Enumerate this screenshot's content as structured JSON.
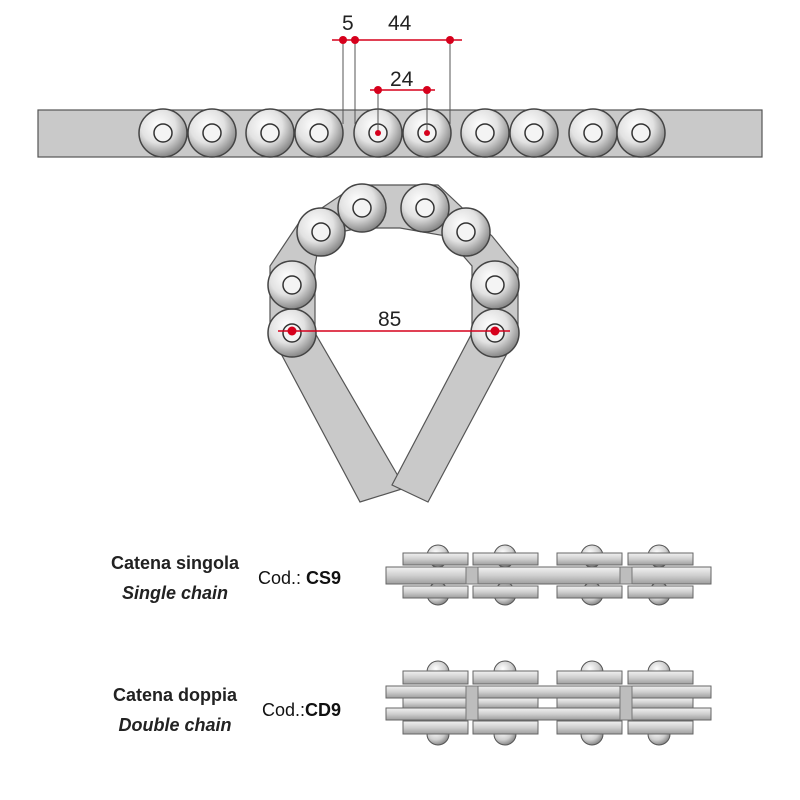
{
  "dimensions": {
    "gap": "5",
    "pitch_double": "44",
    "pitch": "24",
    "bend": "85"
  },
  "single": {
    "name_it": "Catena singola",
    "name_en": "Single chain",
    "code_prefix": "Cod.: ",
    "code": "CS9"
  },
  "double": {
    "name_it": "Catena doppia",
    "name_en": "Double chain",
    "code_prefix": "Cod.:",
    "code": "CD9"
  },
  "colors": {
    "plate": "#c9c9c9",
    "outline": "#555555",
    "dimension": "#d6001c",
    "roller": "#e6e6e6"
  }
}
